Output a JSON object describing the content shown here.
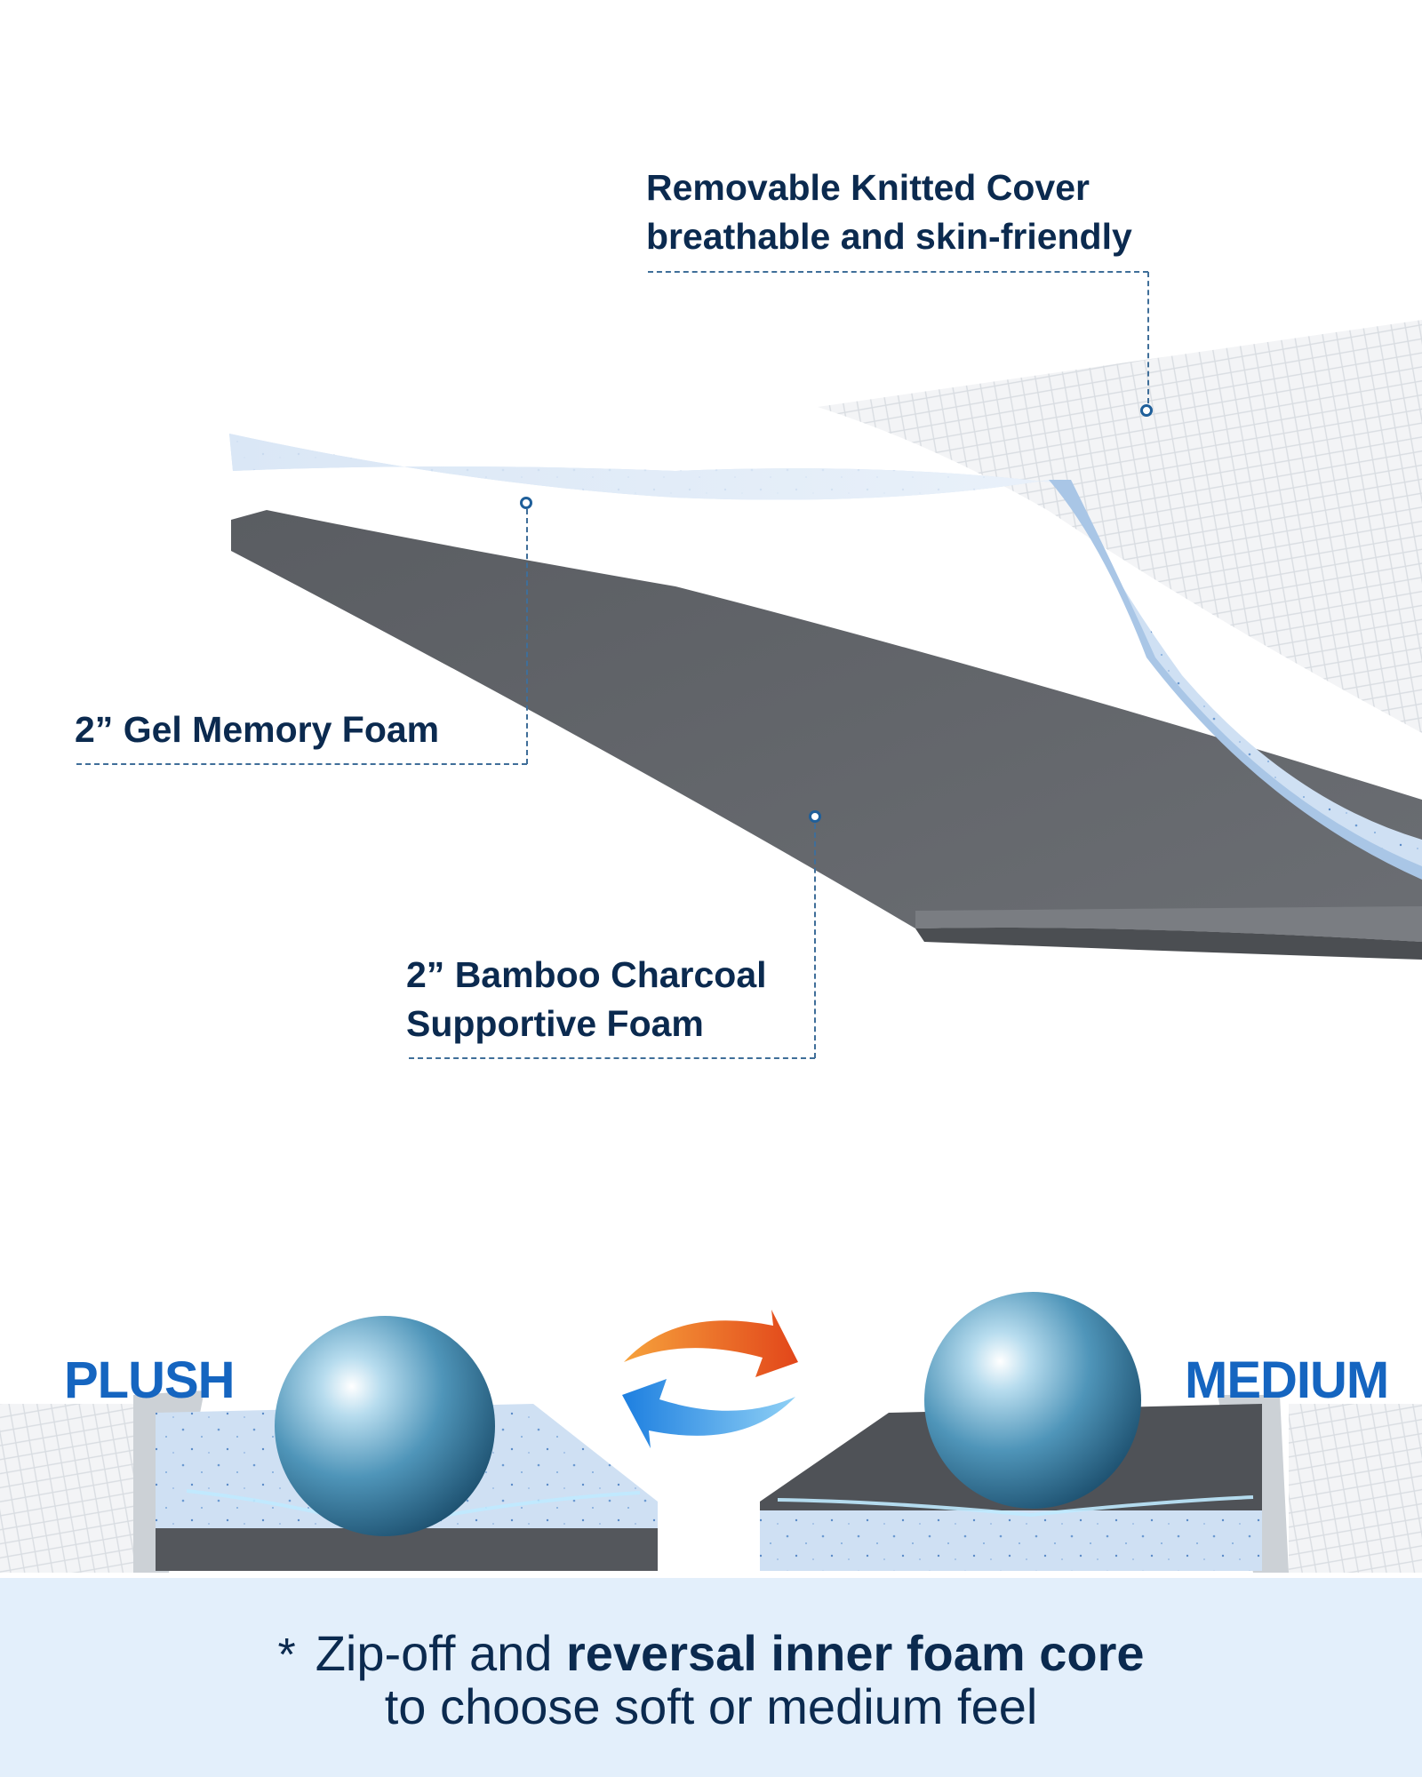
{
  "callouts": {
    "cover": {
      "line1": "Removable Knitted Cover",
      "line2": "breathable and skin-friendly"
    },
    "gel": {
      "line1": "2” Gel Memory Foam"
    },
    "bamboo": {
      "line1": "2” Bamboo Charcoal",
      "line2": "Supportive Foam"
    }
  },
  "modes": {
    "left": "PLUSH",
    "right": "MEDIUM"
  },
  "note": {
    "bullet": "*",
    "plain1": "Zip-off and",
    "bold": "reversal inner foam core",
    "line2": "to choose soft or medium feel"
  },
  "colors": {
    "label_text": "#0b2a4f",
    "accent_blue": "#1565c0",
    "gel_foam": "#cfe0f3",
    "charcoal_foam": "#5f6368",
    "cover": "#eef0f2",
    "banner": "#e3effb",
    "arrow_orange": "#f05a1a",
    "arrow_blue": "#2f8fe6"
  },
  "icons": [
    "swap-arrows-icon",
    "ball-icon"
  ]
}
